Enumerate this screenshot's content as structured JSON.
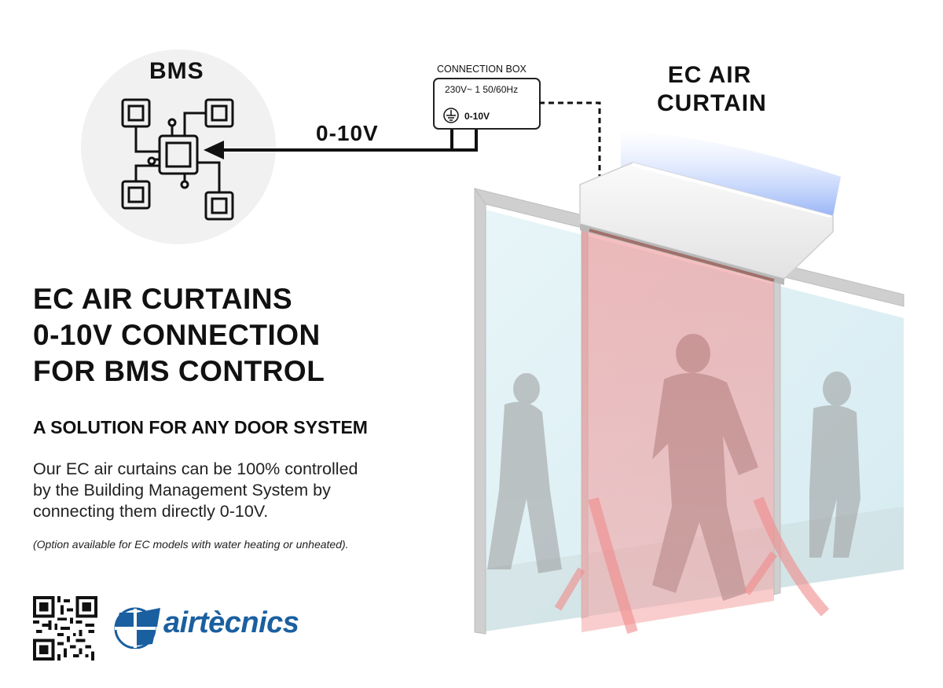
{
  "bms": {
    "title": "BMS"
  },
  "signal": {
    "label": "0-10V"
  },
  "connection_box": {
    "title": "CONNECTION BOX",
    "spec": "230V~ 1 50/60Hz",
    "output": "0-10V"
  },
  "air_curtain": {
    "title_line1": "EC AIR",
    "title_line2": "CURTAIN"
  },
  "headline": {
    "line1": "EC AIR CURTAINS",
    "line2": "0-10V CONNECTION",
    "line3": "FOR BMS CONTROL"
  },
  "subheading": "A SOLUTION FOR ANY DOOR SYSTEM",
  "body": {
    "line1": "Our EC air curtains can be 100% controlled",
    "line2": "by the Building Management System by",
    "line3": "connecting them directly 0-10V."
  },
  "note": "(Option available for EC models with water heating or unheated).",
  "brand": {
    "name": "airtècnics",
    "color": "#1a5fa0"
  },
  "colors": {
    "airflow": "#f08080",
    "glass": "#dff0f5",
    "frame": "#c8c8c8"
  }
}
